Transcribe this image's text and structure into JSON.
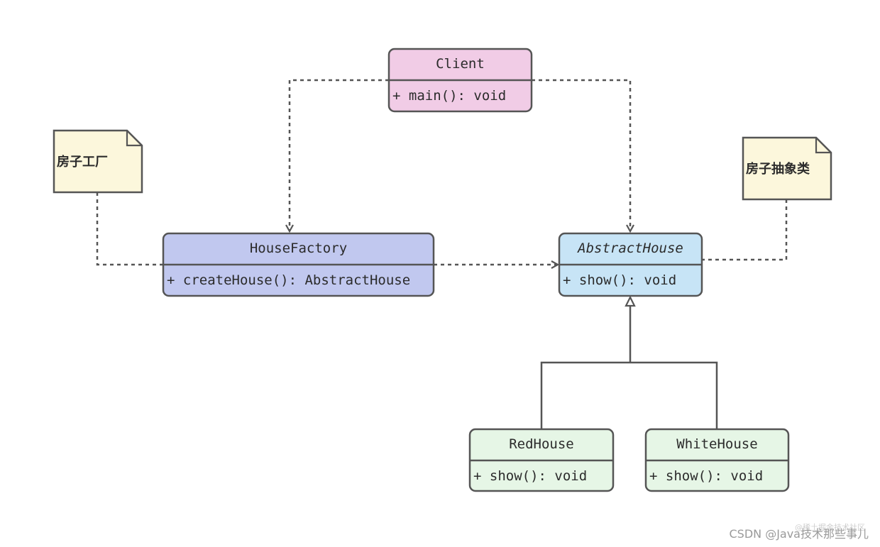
{
  "classes": {
    "client": {
      "name": "Client",
      "method": "+ main(): void",
      "fill": "#f1cce6"
    },
    "house_factory": {
      "name": "HouseFactory",
      "method": "+ createHouse(): AbstractHouse",
      "fill": "#c1c8ef"
    },
    "abstract_house": {
      "name": "AbstractHouse",
      "method": "+ show(): void",
      "fill": "#c7e4f6",
      "abstract": true
    },
    "red_house": {
      "name": "RedHouse",
      "method": "+ show(): void",
      "fill": "#e6f6e6"
    },
    "white_house": {
      "name": "WhiteHouse",
      "method": "+ show(): void",
      "fill": "#e6f6e6"
    }
  },
  "notes": {
    "factory_note": {
      "text": "房子工厂"
    },
    "abstract_note": {
      "text": "房子抽象类"
    }
  },
  "colors": {
    "note_fill": "#fcf7dc",
    "line": "#555555"
  },
  "relations": [
    {
      "from": "Client",
      "to": "HouseFactory",
      "type": "dependency"
    },
    {
      "from": "Client",
      "to": "AbstractHouse",
      "type": "dependency"
    },
    {
      "from": "HouseFactory",
      "to": "AbstractHouse",
      "type": "dependency"
    },
    {
      "from": "RedHouse",
      "to": "AbstractHouse",
      "type": "inheritance"
    },
    {
      "from": "WhiteHouse",
      "to": "AbstractHouse",
      "type": "inheritance"
    }
  ],
  "watermark": {
    "main": "CSDN @Java技术那些事儿",
    "faint": "@稀土掘金技术社区"
  }
}
